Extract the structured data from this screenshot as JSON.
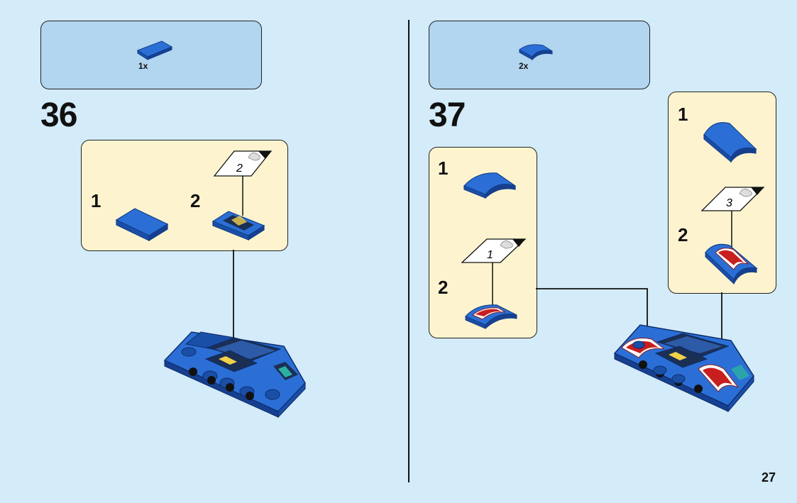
{
  "page_number": "27",
  "steps": [
    {
      "number": "36",
      "parts": [
        {
          "quantity": "1x",
          "piece": "blue-tile-icon"
        }
      ],
      "substeps": [
        {
          "number": "1",
          "piece": "blue-tile-icon"
        },
        {
          "number": "2",
          "piece": "sticker-applied-tile-icon",
          "sticker_number": "2"
        }
      ]
    },
    {
      "number": "37",
      "parts": [
        {
          "quantity": "2x",
          "piece": "blue-curved-slope-icon"
        }
      ],
      "substeps_left": [
        {
          "number": "1",
          "piece": "blue-curved-slope-icon"
        },
        {
          "number": "2",
          "piece": "sticker-applied-slope-icon",
          "sticker_number": "1"
        }
      ],
      "substeps_right": [
        {
          "number": "1",
          "piece": "blue-curved-slope-icon"
        },
        {
          "number": "2",
          "piece": "sticker-applied-slope-icon",
          "sticker_number": "3"
        }
      ]
    }
  ],
  "colors": {
    "background": "#d4ebf9",
    "parts_box": "#b2d5f0",
    "substep_box": "#fdf4cf",
    "brick_blue": "#1f5fc0",
    "brick_dark": "#143f8a"
  }
}
